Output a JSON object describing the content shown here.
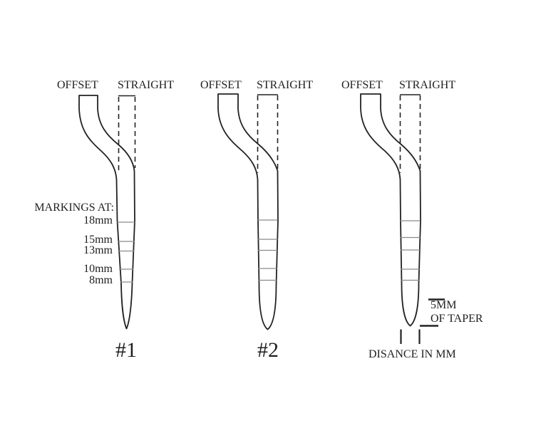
{
  "figure": {
    "instruments": [
      {
        "offset_label": "OFFSET",
        "straight_label": "STRAIGHT",
        "caption": "#1"
      },
      {
        "offset_label": "OFFSET",
        "straight_label": "STRAIGHT",
        "caption": "#2"
      },
      {
        "offset_label": "OFFSET",
        "straight_label": "STRAIGHT",
        "caption": "DISANCE IN MM"
      }
    ],
    "markings_title": "MARKINGS AT:",
    "marking_labels": [
      "18mm",
      "15mm",
      "13mm",
      "10mm",
      "8mm"
    ],
    "taper_note_line1": "5MM",
    "taper_note_line2": "OF TAPER",
    "colors": {
      "ink": "#222222",
      "marking_line": "#8a8a8a",
      "background": "#ffffff"
    }
  }
}
